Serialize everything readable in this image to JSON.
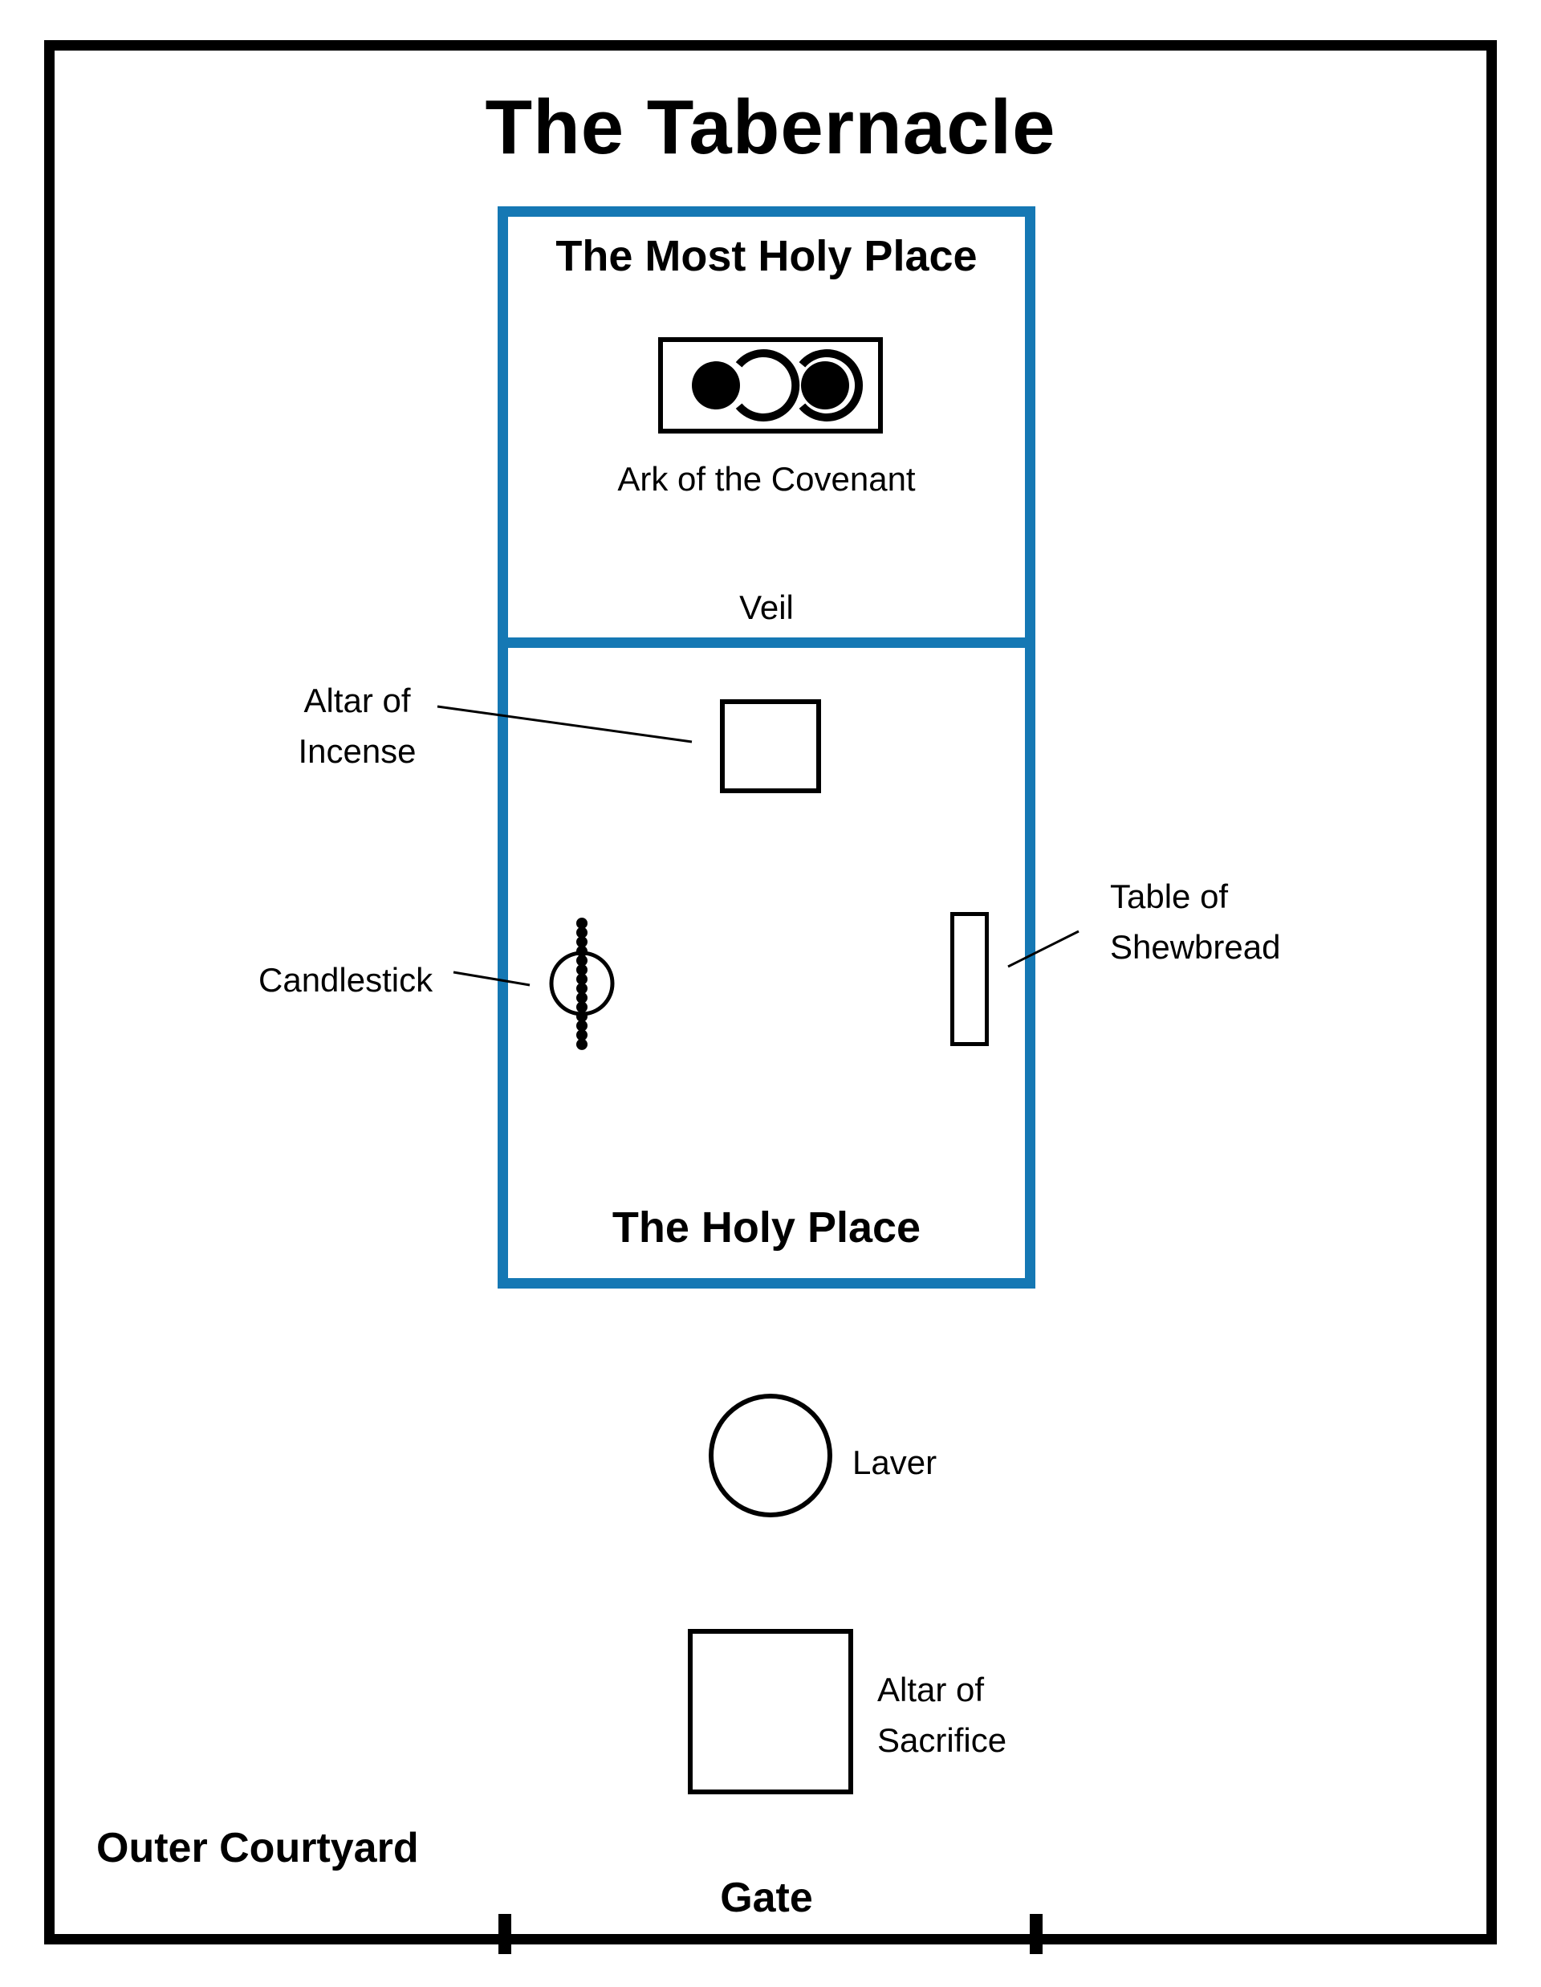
{
  "title": "The Tabernacle",
  "colors": {
    "accent_blue": "#1578b4",
    "ink": "#000000",
    "background": "#ffffff"
  },
  "tabernacle": {
    "most_holy_place": {
      "label": "The Most Holy Place",
      "ark_label": "Ark of the Covenant"
    },
    "veil_label": "Veil",
    "holy_place": {
      "label": "The Holy Place",
      "altar_of_incense": {
        "line1": "Altar of",
        "line2": "Incense"
      },
      "candlestick": "Candlestick",
      "table_of_shewbread": {
        "line1": "Table of",
        "line2": "Shewbread"
      }
    }
  },
  "courtyard": {
    "label": "Outer Courtyard",
    "laver": "Laver",
    "altar_of_sacrifice": {
      "line1": "Altar of",
      "line2": "Sacrifice"
    },
    "gate_label": "Gate"
  }
}
